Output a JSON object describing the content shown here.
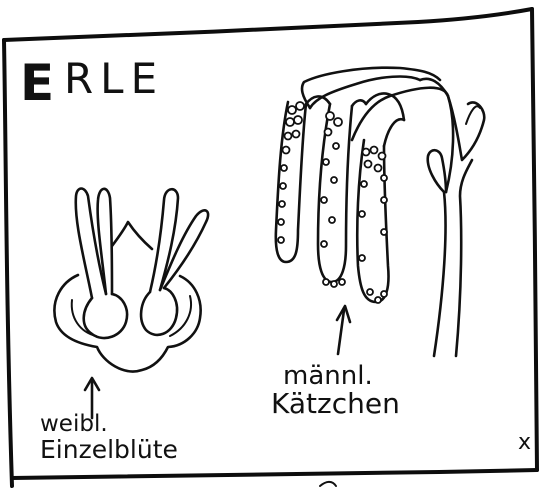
{
  "title": {
    "first_letter": "E",
    "rest": "RLE"
  },
  "labels": {
    "female_line1": "weibl.",
    "female_line2": "Einzelblüte",
    "male_line1": "männl.",
    "male_line2": "Kätzchen",
    "corner_mark": "x"
  },
  "colors": {
    "ink": "#111111",
    "paper": "#ffffff"
  }
}
